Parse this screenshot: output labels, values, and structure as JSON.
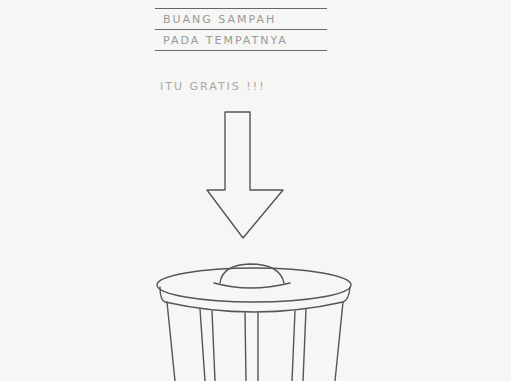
{
  "diagram": {
    "nodes": [
      {
        "text": [
          "BUANG SAMPAH",
          "PADA TEMPATNYA"
        ]
      }
    ],
    "labels": [
      "ITU GRATIS !!!"
    ]
  }
}
